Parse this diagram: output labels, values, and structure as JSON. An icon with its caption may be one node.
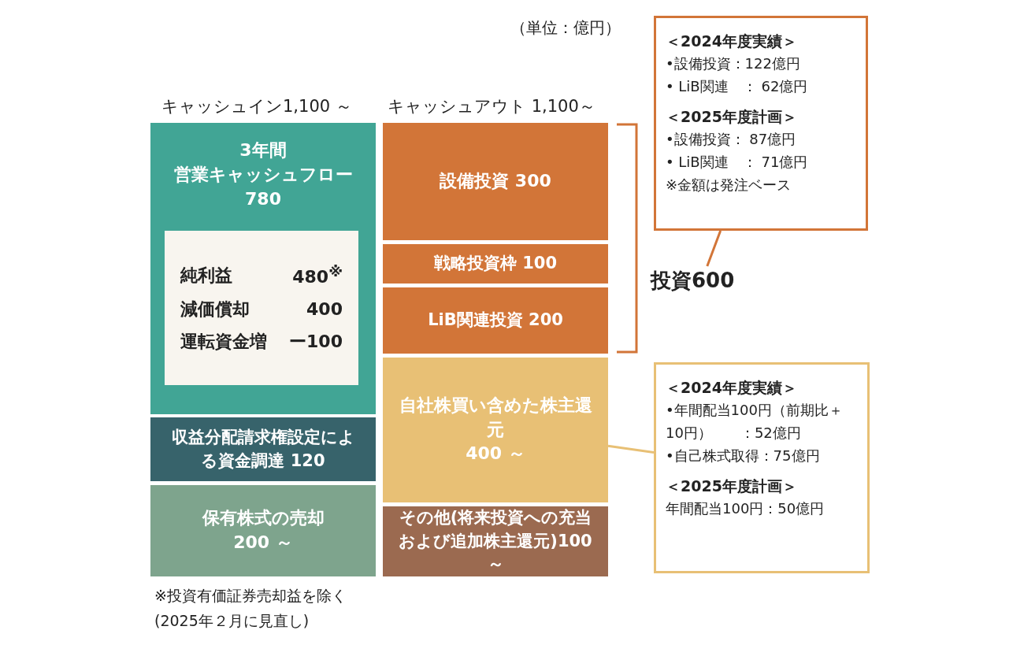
{
  "diagram": {
    "nodes": [
      {
        "text": [
          "3年間",
          "営業キャッシュフロー",
          "780"
        ]
      },
      {
        "text": [
          "純利益",
          "480$^{※}$",
          "減価償却",
          "400",
          "運転資金増",
          "ー100"
        ],
        "in": 0
      },
      {
        "text": [
          "収益分配請求権設定による資金調達 120"
        ]
      },
      {
        "text": [
          "保有株式の売却",
          "200 ～"
        ]
      },
      {
        "text": [
          "設備投資 300"
        ]
      },
      {
        "text": [
          "戦略投資枠 100"
        ]
      },
      {
        "text": [
          "LiB関連投資 200"
        ]
      },
      {
        "text": [
          "自社株買い含めた株主還元",
          "400 ～"
        ]
      },
      {
        "text": [
          "その他(将来投資への充当および追加株主還元)100～"
        ]
      },
      {
        "text": [
          "＜2024年度実績＞",
          "•設備投資：122億円",
          "• LiB関連　：  62億円",
          "＜2025年度計画＞",
          "•設備投資：  87億円",
          "• LiB関連　：  71億円",
          "※金額は発注ベース"
        ]
      },
      {
        "text": [
          "投資600"
        ]
      },
      {
        "text": [
          "＜2024年度実績＞",
          "•年間配当100円（前期比＋10円）　　：52億円",
          "•自己株式取得：75億円",
          "＜2025年度計画＞",
          "年間配当100円：50億円"
        ]
      }
    ],
    "edges": [
      {
        "from": 9,
        "to": 10,
        "arrow": "none"
      },
      {
        "from": 11,
        "to": 7,
        "arrow": "none"
      }
    ],
    "labels": [
      "（単位：億円）",
      "キャッシュイン1,100 ～",
      "キャッシュアウト 1,100～",
      "※投資有価証券売却益を除く",
      "(2025年２月に見直し)"
    ]
  }
}
